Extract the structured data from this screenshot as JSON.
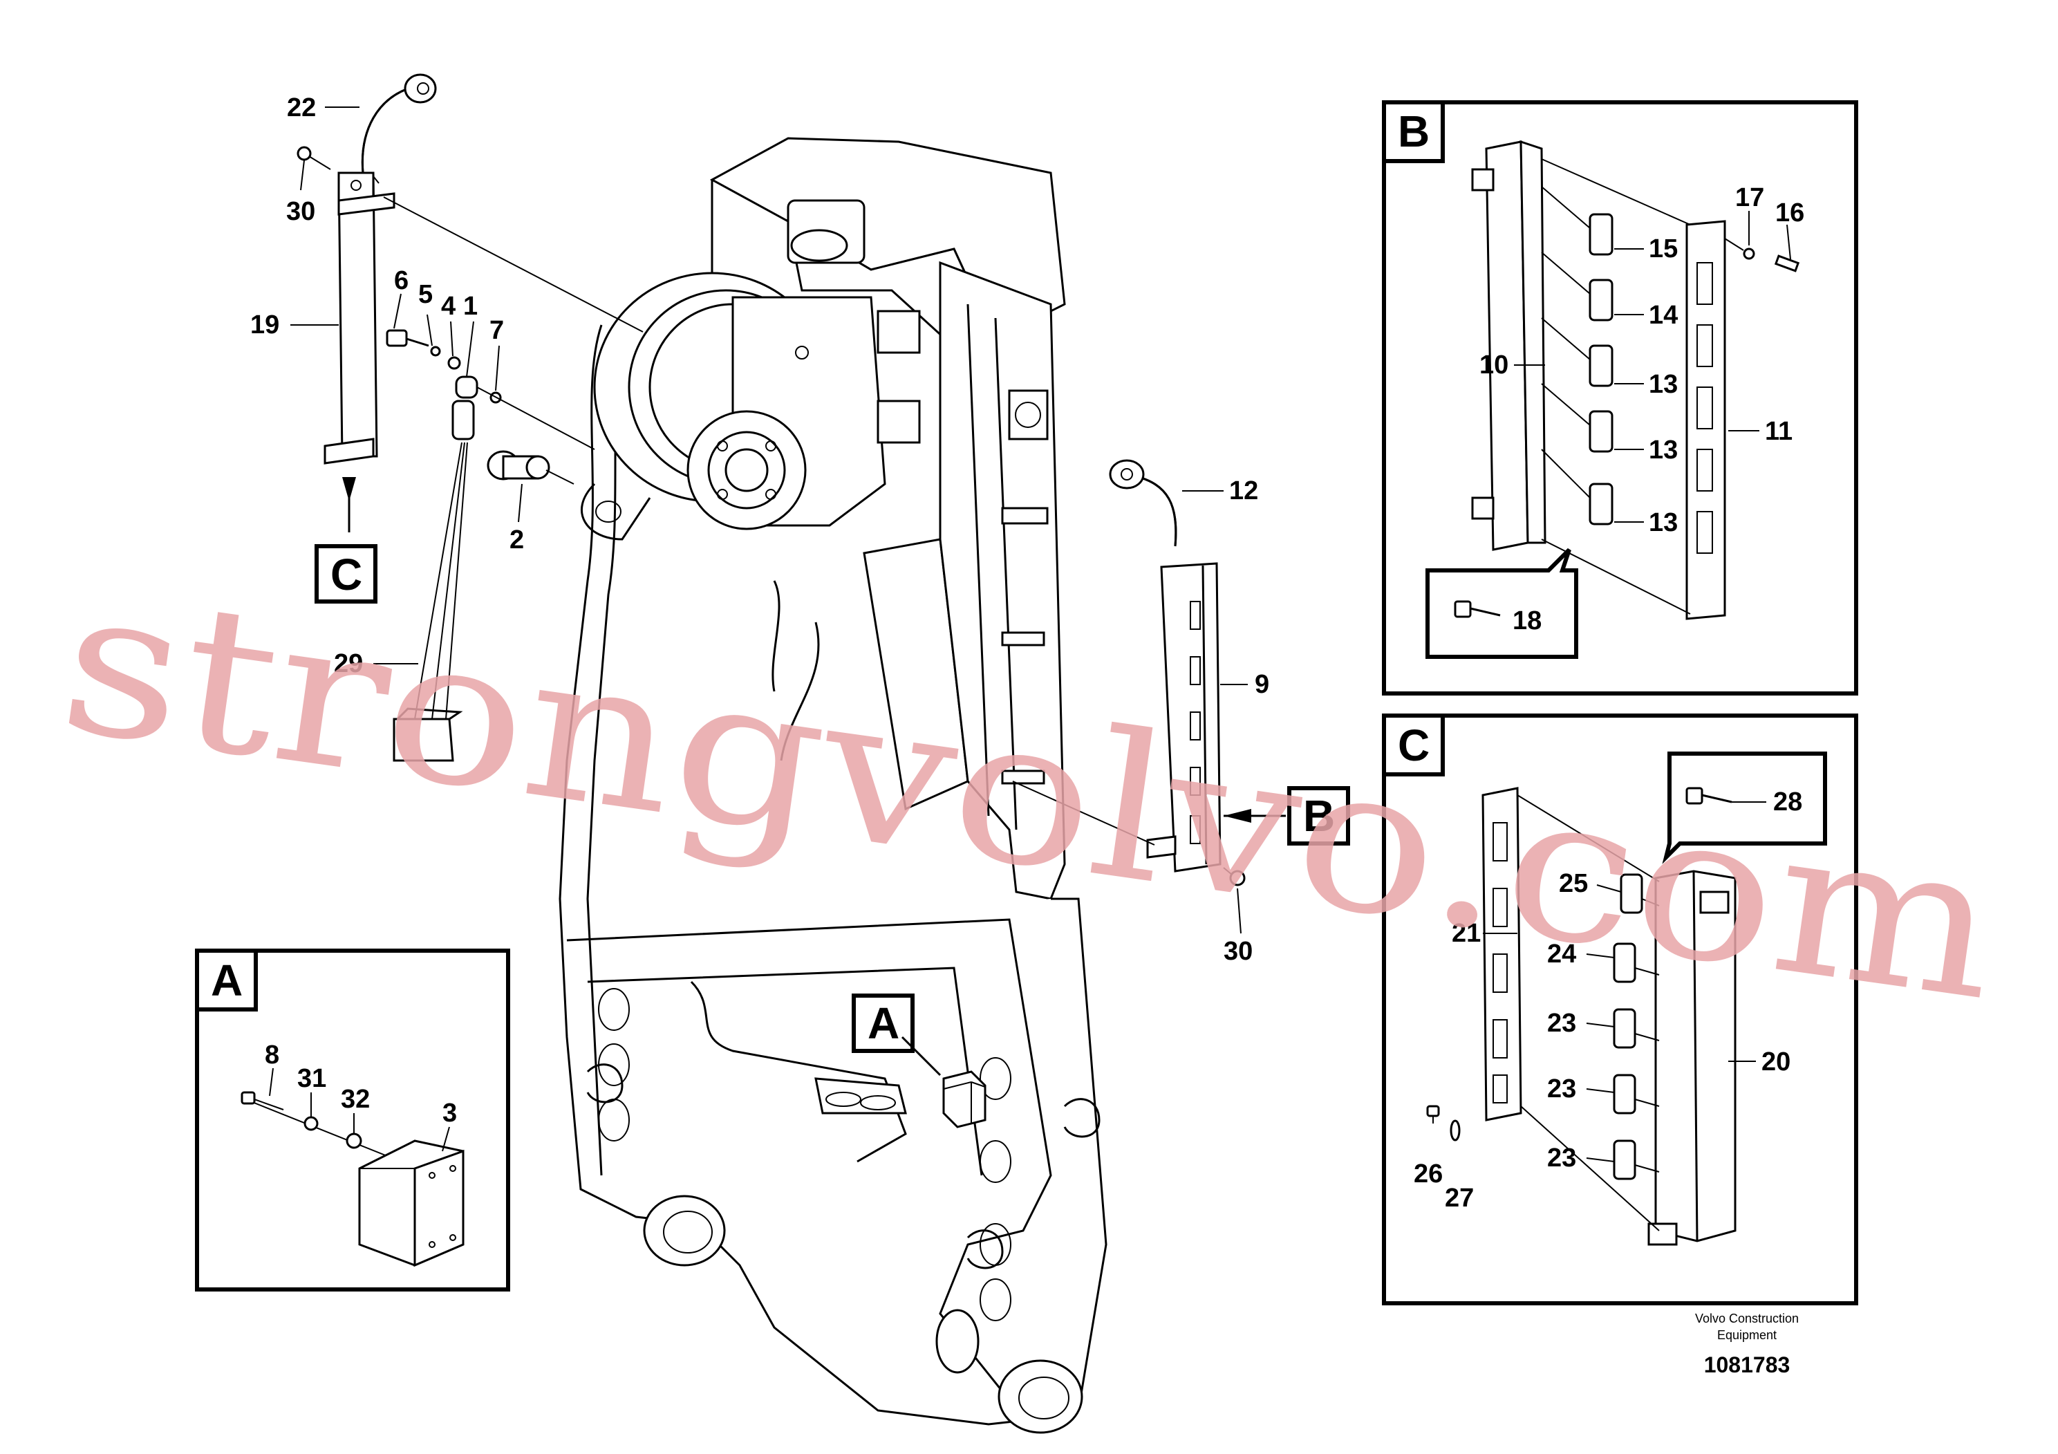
{
  "callouts": {
    "c1": "1",
    "c2": "2",
    "c3": "3",
    "c4": "4",
    "c5": "5",
    "c6": "6",
    "c7": "7",
    "c8": "8",
    "c9": "9",
    "c10": "10",
    "c11": "11",
    "c12": "12",
    "c13a": "13",
    "c13b": "13",
    "c13c": "13",
    "c14": "14",
    "c15": "15",
    "c16": "16",
    "c17": "17",
    "c18": "18",
    "c19": "19",
    "c20": "20",
    "c21": "21",
    "c22": "22",
    "c23a": "23",
    "c23b": "23",
    "c23c": "23",
    "c24": "24",
    "c25": "25",
    "c26": "26",
    "c27": "27",
    "c28": "28",
    "c29": "29",
    "c30a": "30",
    "c30b": "30",
    "c31": "31",
    "c32": "32"
  },
  "detail_tags": {
    "a_main": "A",
    "b_main": "B",
    "c_main": "C",
    "a_panel": "A",
    "b_panel": "B",
    "c_panel": "C"
  },
  "footer": {
    "company": "Volvo Construction",
    "company_line2": "Equipment",
    "drawing_number": "1081783"
  },
  "watermark": "strongvolvo.com",
  "colors": {
    "line": "#000000",
    "watermark": "#e8a5a8",
    "background": "#ffffff"
  }
}
